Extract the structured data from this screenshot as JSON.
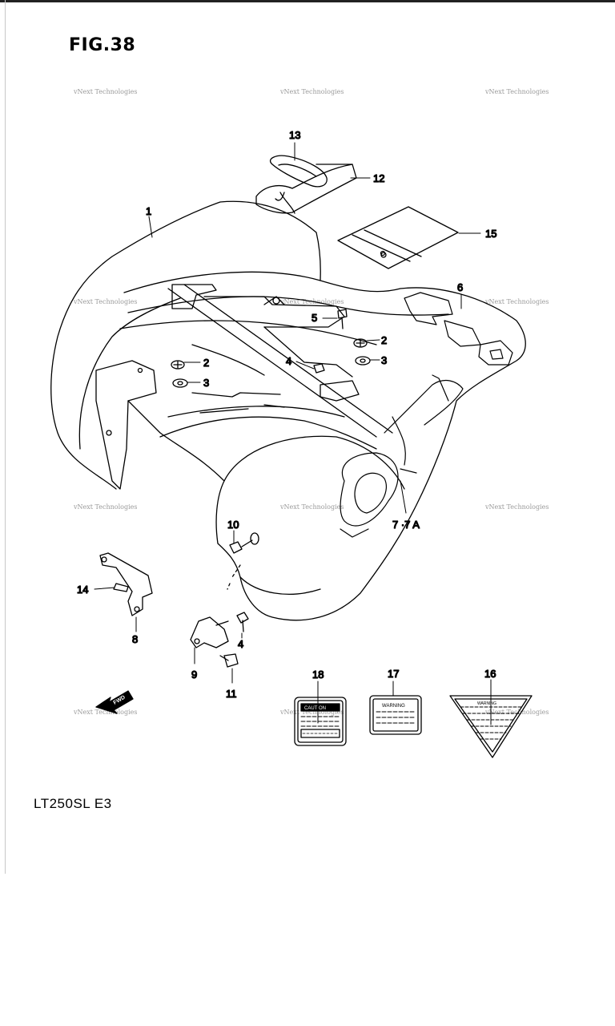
{
  "figure": {
    "title": "FIG.38",
    "model": "LT250SL  E3"
  },
  "watermark": {
    "text": "vNext Technologies"
  },
  "callouts": [
    {
      "id": "c1",
      "text": "1"
    },
    {
      "id": "c2a",
      "text": "2"
    },
    {
      "id": "c2b",
      "text": "2"
    },
    {
      "id": "c3a",
      "text": "3"
    },
    {
      "id": "c3b",
      "text": "3"
    },
    {
      "id": "c4a",
      "text": "4"
    },
    {
      "id": "c4b",
      "text": "4"
    },
    {
      "id": "c5",
      "text": "5"
    },
    {
      "id": "c6",
      "text": "6"
    },
    {
      "id": "c7",
      "text": "7 ·7 A"
    },
    {
      "id": "c8",
      "text": "8"
    },
    {
      "id": "c9",
      "text": "9"
    },
    {
      "id": "c10",
      "text": "10"
    },
    {
      "id": "c11",
      "text": "11"
    },
    {
      "id": "c12",
      "text": "12"
    },
    {
      "id": "c13",
      "text": "13"
    },
    {
      "id": "c14",
      "text": "14"
    },
    {
      "id": "c15",
      "text": "15"
    },
    {
      "id": "c16",
      "text": "16"
    },
    {
      "id": "c17",
      "text": "17"
    },
    {
      "id": "c18",
      "text": "18"
    }
  ],
  "labels": {
    "fwd_arrow": "FWD",
    "decal_18_heading": "CAUTION",
    "decal_17_heading": "WARNING",
    "decal_16_heading": "WARNING"
  },
  "colors": {
    "line": "#000000",
    "background": "#ffffff",
    "watermark": "#9a9a9a"
  }
}
